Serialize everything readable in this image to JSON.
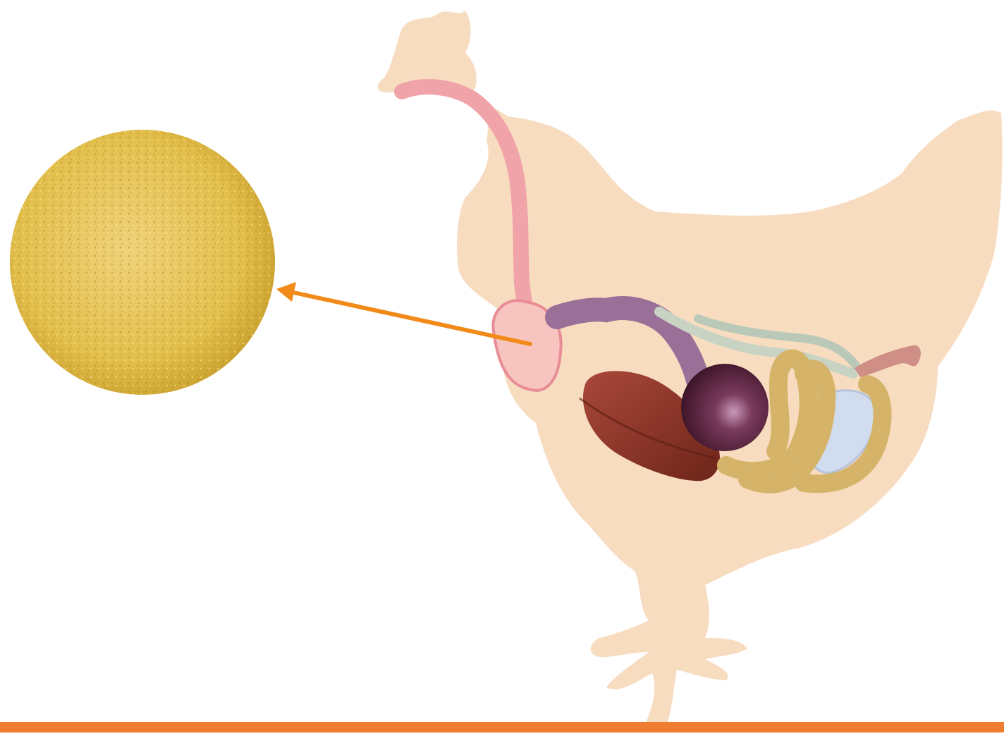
{
  "diagram": {
    "subject": "chicken-digestive-system",
    "components": [
      {
        "name": "feed-pile",
        "color": "#e3bf4c"
      },
      {
        "name": "chicken-silhouette",
        "color": "#f8dcc0"
      },
      {
        "name": "esophagus",
        "color": "#f0a3a8"
      },
      {
        "name": "crop",
        "color": "#f7c4c0"
      },
      {
        "name": "proventriculus",
        "color": "#9a6f98"
      },
      {
        "name": "gizzard",
        "color": "#5f2741"
      },
      {
        "name": "liver",
        "color": "#8c3426"
      },
      {
        "name": "small-intestine",
        "color": "#d5b46a"
      },
      {
        "name": "pancreas",
        "color": "#c9d3c3"
      },
      {
        "name": "caeca",
        "color": "#d1bde0"
      },
      {
        "name": "cloaca",
        "color": "#cf8f86"
      }
    ],
    "pointer": {
      "from": "crop",
      "to": "feed-pile",
      "color": "#f28a1a"
    },
    "rule_color": "#ee7d31"
  }
}
